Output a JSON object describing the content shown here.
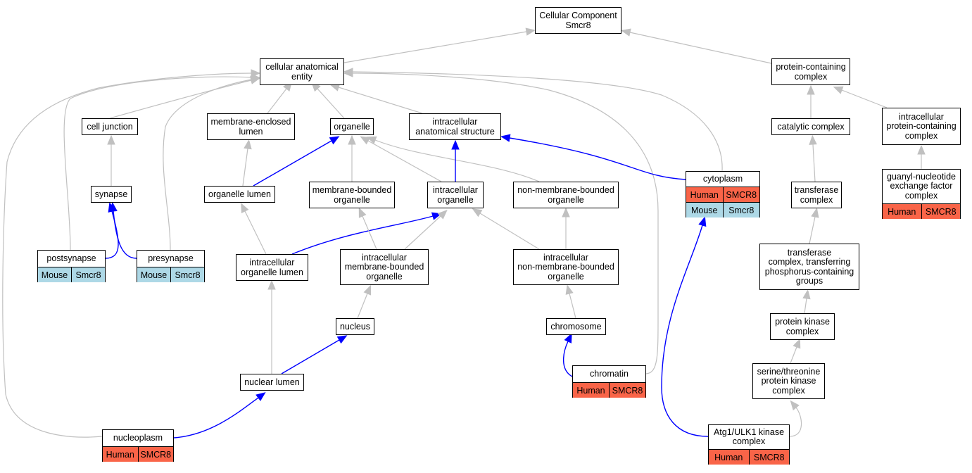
{
  "colors": {
    "is_a_edge": "#c0c0c0",
    "part_of_edge": "#0000ff",
    "human": "#f96448",
    "mouse": "#add8e6"
  },
  "nodes": [
    {
      "id": "cellular_component",
      "text": "Cellular Component\nSmcr8"
    },
    {
      "id": "cellular_anatomical_entity",
      "text": "cellular anatomical\nentity"
    },
    {
      "id": "protein_containing_complex",
      "text": "protein-containing\ncomplex"
    },
    {
      "id": "cell_junction",
      "text": "cell junction"
    },
    {
      "id": "membrane_enclosed_lumen",
      "text": "membrane-enclosed\nlumen"
    },
    {
      "id": "organelle",
      "text": "organelle"
    },
    {
      "id": "intracellular_anatomical_structure",
      "text": "intracellular\nanatomical structure"
    },
    {
      "id": "catalytic_complex",
      "text": "catalytic complex"
    },
    {
      "id": "intracellular_protein_containing_complex",
      "text": "intracellular\nprotein-containing\ncomplex"
    },
    {
      "id": "synapse",
      "text": "synapse"
    },
    {
      "id": "organelle_lumen",
      "text": "organelle lumen"
    },
    {
      "id": "membrane_bounded_organelle",
      "text": "membrane-bounded\norganelle"
    },
    {
      "id": "intracellular_organelle",
      "text": "intracellular\norganelle"
    },
    {
      "id": "non_membrane_bounded_organelle",
      "text": "non-membrane-bounded\norganelle"
    },
    {
      "id": "cytoplasm",
      "text": "cytoplasm",
      "species": [
        [
          "Human",
          "SMCR8"
        ],
        [
          "Mouse",
          "Smcr8"
        ]
      ]
    },
    {
      "id": "transferase_complex",
      "text": "transferase\ncomplex"
    },
    {
      "id": "guanyl_nucleotide_exchange_factor_complex",
      "text": "guanyl-nucleotide\nexchange factor\ncomplex",
      "species": [
        [
          "Human",
          "SMCR8"
        ]
      ]
    },
    {
      "id": "postsynapse",
      "text": "postsynapse",
      "species": [
        [
          "Mouse",
          "Smcr8"
        ]
      ]
    },
    {
      "id": "presynapse",
      "text": "presynapse",
      "species": [
        [
          "Mouse",
          "Smcr8"
        ]
      ]
    },
    {
      "id": "intracellular_organelle_lumen",
      "text": "intracellular\norganelle lumen"
    },
    {
      "id": "intracellular_membrane_bounded_organelle",
      "text": "intracellular\nmembrane-bounded\norganelle"
    },
    {
      "id": "intracellular_non_membrane_bounded_organelle",
      "text": "intracellular\nnon-membrane-bounded\norganelle"
    },
    {
      "id": "transferase_complex_transferring_phosphorus",
      "text": "transferase\ncomplex, transferring\nphosphorus-containing\ngroups"
    },
    {
      "id": "nucleus",
      "text": "nucleus"
    },
    {
      "id": "chromosome",
      "text": "chromosome"
    },
    {
      "id": "protein_kinase_complex",
      "text": "protein kinase\ncomplex"
    },
    {
      "id": "chromatin",
      "text": "chromatin",
      "species": [
        [
          "Human",
          "SMCR8"
        ]
      ]
    },
    {
      "id": "serine_threonine_protein_kinase_complex",
      "text": "serine/threonine\nprotein kinase\ncomplex"
    },
    {
      "id": "nuclear_lumen",
      "text": "nuclear lumen"
    },
    {
      "id": "nucleoplasm",
      "text": "nucleoplasm",
      "species": [
        [
          "Human",
          "SMCR8"
        ]
      ]
    },
    {
      "id": "atg1_ulk1_kinase_complex",
      "text": "Atg1/ULK1 kinase\ncomplex",
      "species": [
        [
          "Human",
          "SMCR8"
        ]
      ]
    }
  ],
  "edges": [
    {
      "from": "cellular_anatomical_entity",
      "to": "cellular_component",
      "type": "is_a"
    },
    {
      "from": "protein_containing_complex",
      "to": "cellular_component",
      "type": "is_a"
    },
    {
      "from": "cell_junction",
      "to": "cellular_anatomical_entity",
      "type": "is_a"
    },
    {
      "from": "membrane_enclosed_lumen",
      "to": "cellular_anatomical_entity",
      "type": "is_a"
    },
    {
      "from": "organelle",
      "to": "cellular_anatomical_entity",
      "type": "is_a"
    },
    {
      "from": "intracellular_anatomical_structure",
      "to": "cellular_anatomical_entity",
      "type": "is_a"
    },
    {
      "from": "postsynapse",
      "to": "cellular_anatomical_entity",
      "type": "is_a"
    },
    {
      "from": "presynapse",
      "to": "cellular_anatomical_entity",
      "type": "is_a"
    },
    {
      "from": "nucleoplasm",
      "to": "cellular_anatomical_entity",
      "type": "is_a"
    },
    {
      "from": "chromatin",
      "to": "cellular_anatomical_entity",
      "type": "is_a"
    },
    {
      "from": "cytoplasm",
      "to": "cellular_anatomical_entity",
      "type": "is_a"
    },
    {
      "from": "catalytic_complex",
      "to": "protein_containing_complex",
      "type": "is_a"
    },
    {
      "from": "intracellular_protein_containing_complex",
      "to": "protein_containing_complex",
      "type": "is_a"
    },
    {
      "from": "synapse",
      "to": "cell_junction",
      "type": "is_a"
    },
    {
      "from": "organelle_lumen",
      "to": "membrane_enclosed_lumen",
      "type": "is_a"
    },
    {
      "from": "organelle_lumen",
      "to": "organelle",
      "type": "part_of"
    },
    {
      "from": "membrane_bounded_organelle",
      "to": "organelle",
      "type": "is_a"
    },
    {
      "from": "intracellular_organelle",
      "to": "organelle",
      "type": "is_a"
    },
    {
      "from": "non_membrane_bounded_organelle",
      "to": "organelle",
      "type": "is_a"
    },
    {
      "from": "intracellular_organelle",
      "to": "intracellular_anatomical_structure",
      "type": "part_of"
    },
    {
      "from": "cytoplasm",
      "to": "intracellular_anatomical_structure",
      "type": "part_of"
    },
    {
      "from": "transferase_complex",
      "to": "catalytic_complex",
      "type": "is_a"
    },
    {
      "from": "guanyl_nucleotide_exchange_factor_complex",
      "to": "intracellular_protein_containing_complex",
      "type": "is_a"
    },
    {
      "from": "postsynapse",
      "to": "synapse",
      "type": "part_of"
    },
    {
      "from": "presynapse",
      "to": "synapse",
      "type": "part_of"
    },
    {
      "from": "intracellular_organelle_lumen",
      "to": "organelle_lumen",
      "type": "is_a"
    },
    {
      "from": "intracellular_organelle_lumen",
      "to": "intracellular_organelle",
      "type": "part_of"
    },
    {
      "from": "intracellular_membrane_bounded_organelle",
      "to": "membrane_bounded_organelle",
      "type": "is_a"
    },
    {
      "from": "intracellular_membrane_bounded_organelle",
      "to": "intracellular_organelle",
      "type": "is_a"
    },
    {
      "from": "intracellular_non_membrane_bounded_organelle",
      "to": "intracellular_organelle",
      "type": "is_a"
    },
    {
      "from": "intracellular_non_membrane_bounded_organelle",
      "to": "non_membrane_bounded_organelle",
      "type": "is_a"
    },
    {
      "from": "transferase_complex_transferring_phosphorus",
      "to": "transferase_complex",
      "type": "is_a"
    },
    {
      "from": "nucleus",
      "to": "intracellular_membrane_bounded_organelle",
      "type": "is_a"
    },
    {
      "from": "chromosome",
      "to": "intracellular_non_membrane_bounded_organelle",
      "type": "is_a"
    },
    {
      "from": "protein_kinase_complex",
      "to": "transferase_complex_transferring_phosphorus",
      "type": "is_a"
    },
    {
      "from": "nuclear_lumen",
      "to": "intracellular_organelle_lumen",
      "type": "is_a"
    },
    {
      "from": "nuclear_lumen",
      "to": "nucleus",
      "type": "part_of"
    },
    {
      "from": "chromatin",
      "to": "chromosome",
      "type": "part_of"
    },
    {
      "from": "serine_threonine_protein_kinase_complex",
      "to": "protein_kinase_complex",
      "type": "is_a"
    },
    {
      "from": "nucleoplasm",
      "to": "nuclear_lumen",
      "type": "part_of"
    },
    {
      "from": "atg1_ulk1_kinase_complex",
      "to": "serine_threonine_protein_kinase_complex",
      "type": "is_a"
    },
    {
      "from": "atg1_ulk1_kinase_complex",
      "to": "cytoplasm",
      "type": "part_of"
    }
  ]
}
